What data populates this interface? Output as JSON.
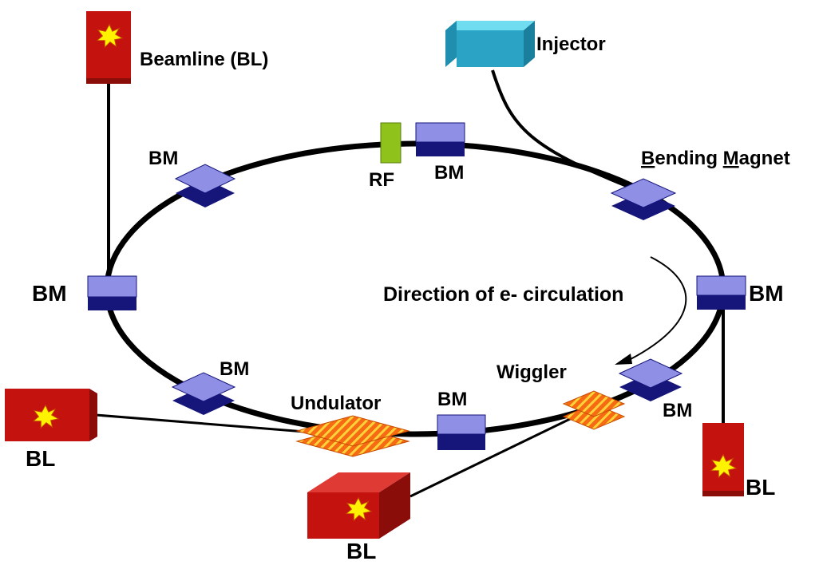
{
  "labels": {
    "beamline_bl": "Beamline (BL)",
    "injector": "Injector",
    "bending_magnet_prefix_b": "B",
    "bending_magnet_mid": "ending ",
    "bending_magnet_prefix_m": "M",
    "bending_magnet_suffix": "agnet",
    "rf": "RF",
    "bm": "BM",
    "direction": "Direction of e- circulation",
    "undulator": "Undulator",
    "wiggler": "Wiggler",
    "bl": "BL"
  },
  "colors": {
    "ring": "#000000",
    "bm_top": "#8f8fe6",
    "bm_bottom": "#15157a",
    "rf": "#8fc21a",
    "injector_front": "#2aa3c4",
    "injector_top": "#5fd3ea",
    "beamline_red": "#c4120f",
    "beamline_dark": "#8a0d0a",
    "insertion_fill": "#f56a13",
    "insertion_stripe": "#ffd23a",
    "star": "#fff200"
  }
}
